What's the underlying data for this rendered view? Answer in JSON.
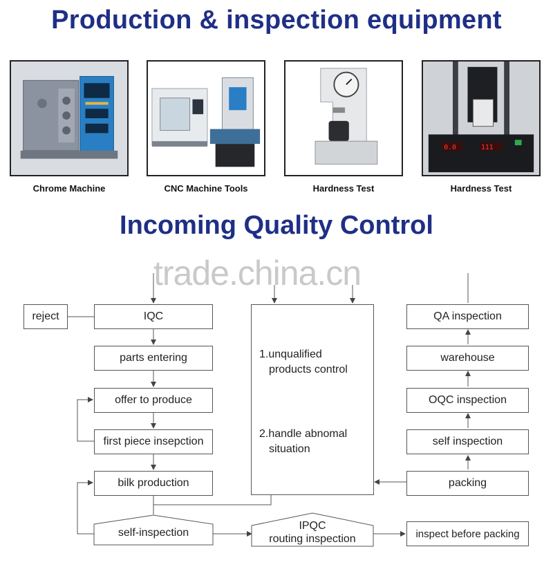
{
  "title_top": "Production & inspection equipment",
  "title_mid": "Incoming Quality Control",
  "watermark": "trade.china.cn",
  "equipment": [
    {
      "caption": "Chrome Machine",
      "icon": "chrome-machine-photo"
    },
    {
      "caption": "CNC Machine Tools",
      "icon": "cnc-machine-photo"
    },
    {
      "caption": "Hardness Test",
      "icon": "hardness-tester-photo"
    },
    {
      "caption": "Hardness Test",
      "icon": "hardness-tester-display-photo"
    }
  ],
  "flow": {
    "reject": "reject",
    "iqc": "IQC",
    "parts_entering": "parts entering",
    "offer_to_produce": "offer to produce",
    "first_piece": "first piece insepction",
    "bilk_production": "bilk production",
    "self_inspection": "self-inspection",
    "ipqc_line1": "IPQC",
    "ipqc_line2": "routing inspection",
    "inspect_before_packing": "inspect before packing",
    "center_item1_line1": "1.unqualified",
    "center_item1_line2": "products control",
    "center_item2_line1": "2.handle abnomal",
    "center_item2_line2": "situation",
    "qa_inspection": "QA inspection",
    "warehouse": "warehouse",
    "oqc_inspection": "OQC inspection",
    "self_inspection_right": "self inspection",
    "packing": "packing"
  },
  "colors": {
    "heading": "#1f2f86",
    "line": "#555555",
    "panel_blue": "#2a7fc4"
  }
}
